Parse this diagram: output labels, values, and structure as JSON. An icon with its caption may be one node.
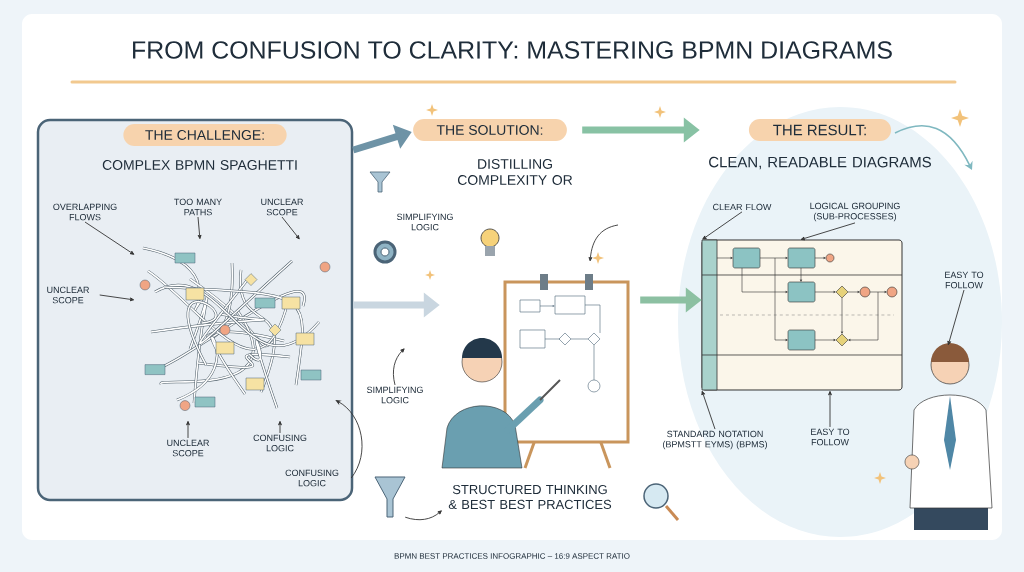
{
  "diagram": {
    "title": "FROM CONFUSION TO CLARITY: MASTERING BPMN DIAGRAMS",
    "caption": "BPMN BEST PRACTICES INFOGRAPHIC – 16:9 ASPECT RATIO",
    "nodes": [
      {
        "text": [
          "THE CHALLENGE:",
          "COMPLEX BPMN SPAGHETTI"
        ]
      },
      {
        "text": [
          "OVERLAPPING FLOWS"
        ],
        "in": 0
      },
      {
        "text": [
          "TOO MANY PATHS"
        ],
        "in": 0
      },
      {
        "text": [
          "UNCLEAR SCOPE"
        ],
        "in": 0
      },
      {
        "text": [
          "UNCLEAR SCOPE"
        ],
        "in": 0
      },
      {
        "text": [],
        "shape": "picture",
        "in": 0
      },
      {
        "text": [
          "UNCLEAR SCOPE"
        ],
        "in": 0
      },
      {
        "text": [
          "CONFUSING LOGIC"
        ],
        "in": 0
      },
      {
        "text": [
          "CONFUSING LOGIC"
        ],
        "in": 0
      },
      {
        "text": [
          "THE SOLUTION:",
          "DISTILLING COMPLEXITY OR"
        ]
      },
      {
        "text": [],
        "shape": "picture"
      },
      {
        "text": [
          "SIMPLIFYING LOGIC"
        ]
      },
      {
        "text": [],
        "shape": "picture"
      },
      {
        "text": [
          "STRUCTURED THINKING & BEST BEST PRACTICES"
        ]
      },
      {
        "text": [
          "THE RESULT:",
          "CLEAN, READABLE DIAGRAMS"
        ]
      },
      {
        "text": [
          "CLEAR FLOW"
        ]
      },
      {
        "text": [
          "LOGICAL GROUPING (SUB-PROCESSES)"
        ]
      },
      {
        "text": [],
        "shape": "picture"
      },
      {
        "text": [
          "EASY TO FOLLOW"
        ]
      },
      {
        "text": [],
        "shape": "person"
      },
      {
        "text": [
          "STANDARD NOTATION (BPMSTT EYMS) (BPMS)"
        ]
      },
      {
        "text": [
          "EASY TO FOLLOW"
        ]
      }
    ],
    "edges": [
      {
        "from": 0,
        "to": 9,
        "arrow": "to",
        "style": "thick",
        "color": "#6e93a6"
      },
      {
        "from": 9,
        "to": 14,
        "arrow": "to",
        "style": "thick",
        "color": "#88c2a4"
      },
      {
        "from": 0,
        "to": 10,
        "arrow": "to",
        "style": "thick",
        "color": "#c9d6e0"
      },
      {
        "from": 10,
        "to": 17,
        "arrow": "to",
        "style": "thick",
        "color": "#8cc0a2"
      },
      {
        "from": 1,
        "to": 5,
        "arrow": "to"
      },
      {
        "from": 2,
        "to": 5,
        "arrow": "to"
      },
      {
        "from": 3,
        "to": 5,
        "arrow": "to"
      },
      {
        "from": 4,
        "to": 5,
        "arrow": "to"
      },
      {
        "from": 6,
        "to": 5,
        "arrow": "to"
      },
      {
        "from": 7,
        "to": 5,
        "arrow": "to"
      },
      {
        "from": 8,
        "to": 5,
        "arrow": "to"
      },
      {
        "from": 11,
        "to": null,
        "arrow": "to"
      },
      {
        "from": 12,
        "to": 13,
        "arrow": "to"
      },
      {
        "from": 15,
        "to": 17,
        "arrow": "to"
      },
      {
        "from": 16,
        "to": 17,
        "arrow": "to"
      },
      {
        "from": 18,
        "to": 19,
        "arrow": "to"
      },
      {
        "from": 20,
        "to": 17,
        "arrow": "to"
      },
      {
        "from": 21,
        "to": 17,
        "arrow": "to"
      }
    ],
    "labels": [
      "SIMPLIFYING LOGIC"
    ]
  }
}
